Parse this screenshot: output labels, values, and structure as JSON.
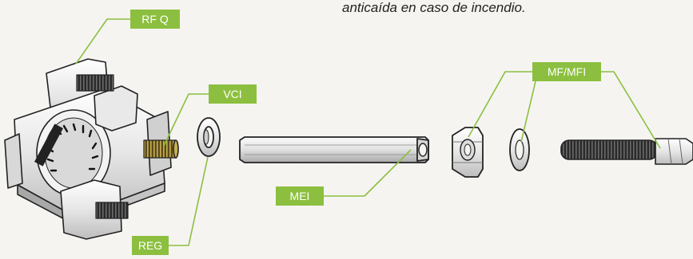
{
  "caption": "anticaída en caso de incendio.",
  "labels": {
    "rfq": "RF Q",
    "vci": "VCI",
    "mei": "MEI",
    "reg": "REG",
    "mf_mfi": "MF/MFI"
  },
  "colors": {
    "label_fill": "#8cbf3f",
    "label_text": "#ffffff",
    "leader_line": "#8cbf3f",
    "background": "#f5f4f1"
  }
}
